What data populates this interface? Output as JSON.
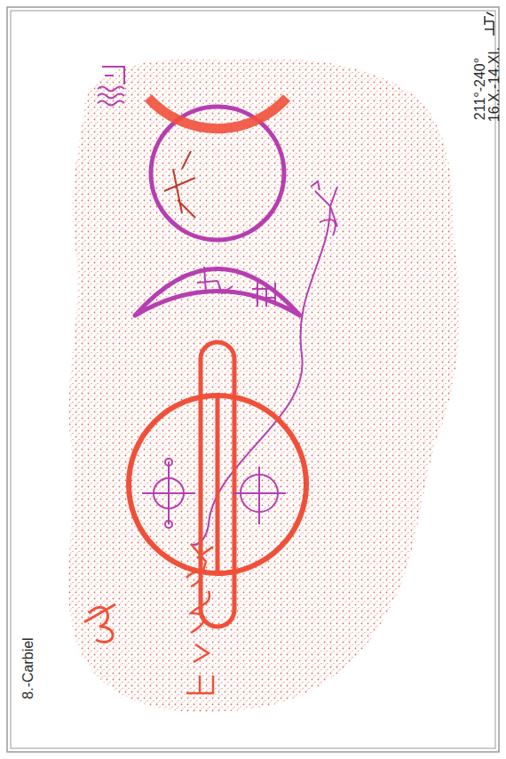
{
  "diagram": {
    "labels": [
      "8.-Carbiel",
      "211°-240°",
      "16.X.-14.XI."
    ]
  }
}
